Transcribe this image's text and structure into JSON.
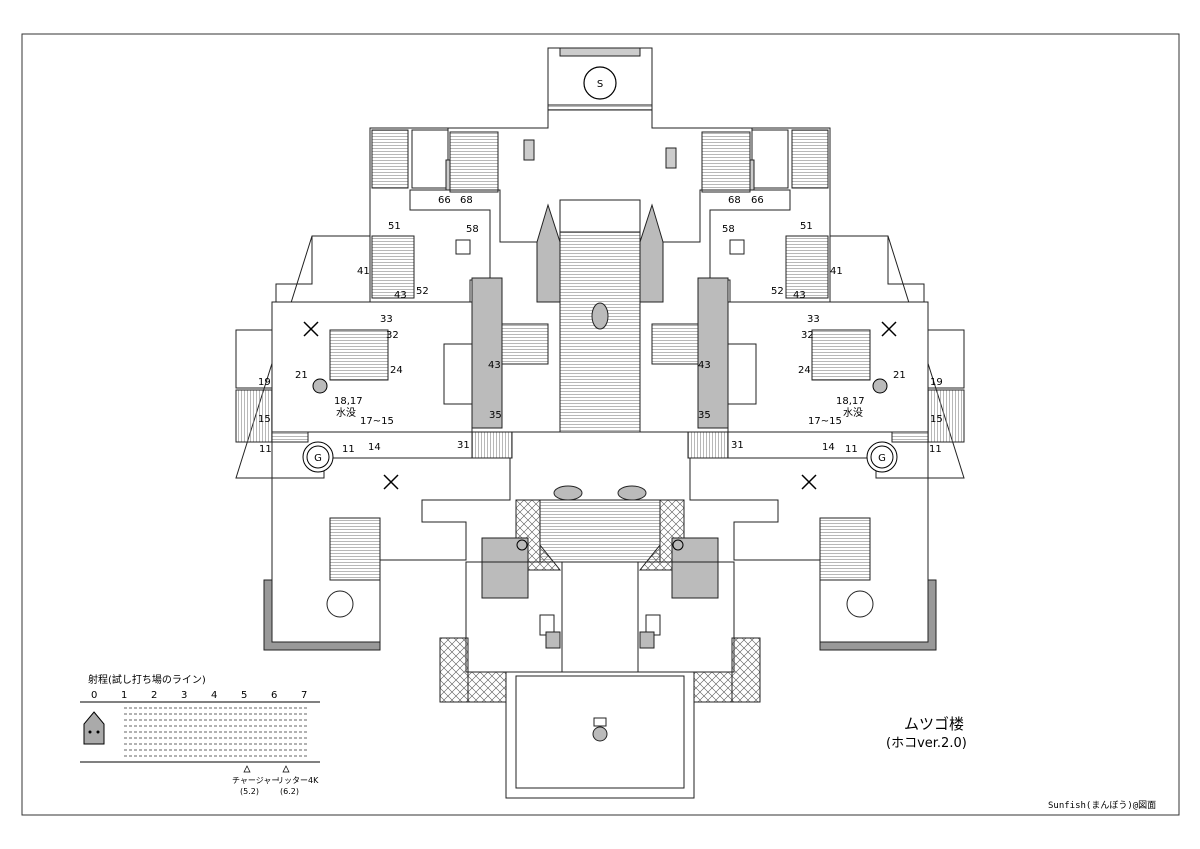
{
  "map": {
    "title": "ムツゴ楼",
    "subtitle": "(ホコver.2.0)",
    "credit": "Sunfish(まんぼう)@図面",
    "spawn_label": "S",
    "goal_label": "G",
    "range_legend": {
      "title": "射程(試し打ち場のライン)",
      "scale": [
        "0",
        "1",
        "2",
        "3",
        "4",
        "5",
        "6",
        "7"
      ],
      "markers": [
        {
          "name": "チャージャー",
          "value": "(5.2)"
        },
        {
          "name": "リッター4K",
          "value": "(6.2)"
        }
      ]
    },
    "height_labels": {
      "l66": "66",
      "l68": "68",
      "r68": "68",
      "r66": "66",
      "l58": "58",
      "r58": "58",
      "l51": "51",
      "r51": "51",
      "l41": "41",
      "r41": "41",
      "l43a": "43",
      "r43a": "43",
      "l52": "52",
      "r52": "52",
      "l33": "33",
      "r33": "33",
      "l32": "32",
      "r32": "32",
      "l43b": "43",
      "r43b": "43",
      "l21": "21",
      "r21": "21",
      "l24": "24",
      "r24": "24",
      "l19": "19",
      "r19": "19",
      "l1817": "18,17",
      "r1817": "18,17",
      "lwater": "水没",
      "rwater": "水没",
      "l1715": "17~15",
      "r1715": "17~15",
      "l15": "15",
      "r15": "15",
      "l35": "35",
      "r35": "35",
      "l31": "31",
      "r31": "31",
      "l11a": "11",
      "r11a": "11",
      "l11b": "11",
      "r11b": "11",
      "l14": "14",
      "r14": "14"
    }
  }
}
